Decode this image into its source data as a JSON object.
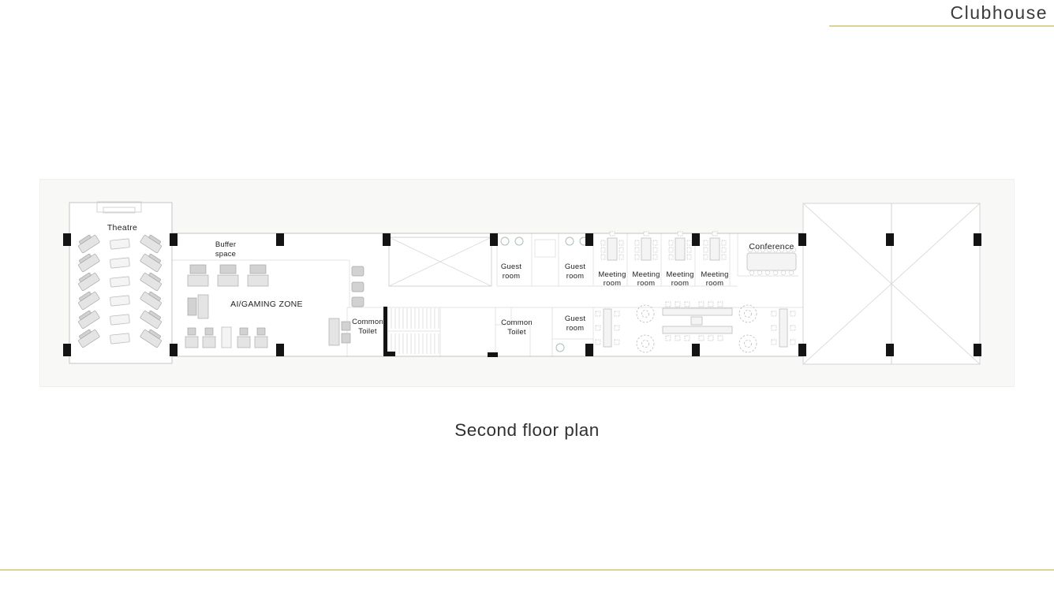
{
  "slide": {
    "title": "Clubhouse",
    "caption": "Second floor plan",
    "accent_color": "#ddd493"
  },
  "plan": {
    "labels": {
      "theatre": "Theatre",
      "buffer_space": [
        "Buffer",
        "space"
      ],
      "gaming_zone": "AI/GAMING ZONE",
      "common_toilet": [
        "Common",
        "Toilet"
      ],
      "guest_room": [
        "Guest",
        "room"
      ],
      "meeting_room": [
        "Meeting",
        "room"
      ],
      "conference": "Conference"
    },
    "room_instances": [
      "Theatre",
      "Buffer space",
      "AI/GAMING ZONE",
      "Common Toilet",
      "Common Toilet",
      "Guest room",
      "Guest room",
      "Guest room",
      "Meeting room",
      "Meeting room",
      "Meeting room",
      "Meeting room",
      "Conference"
    ]
  }
}
